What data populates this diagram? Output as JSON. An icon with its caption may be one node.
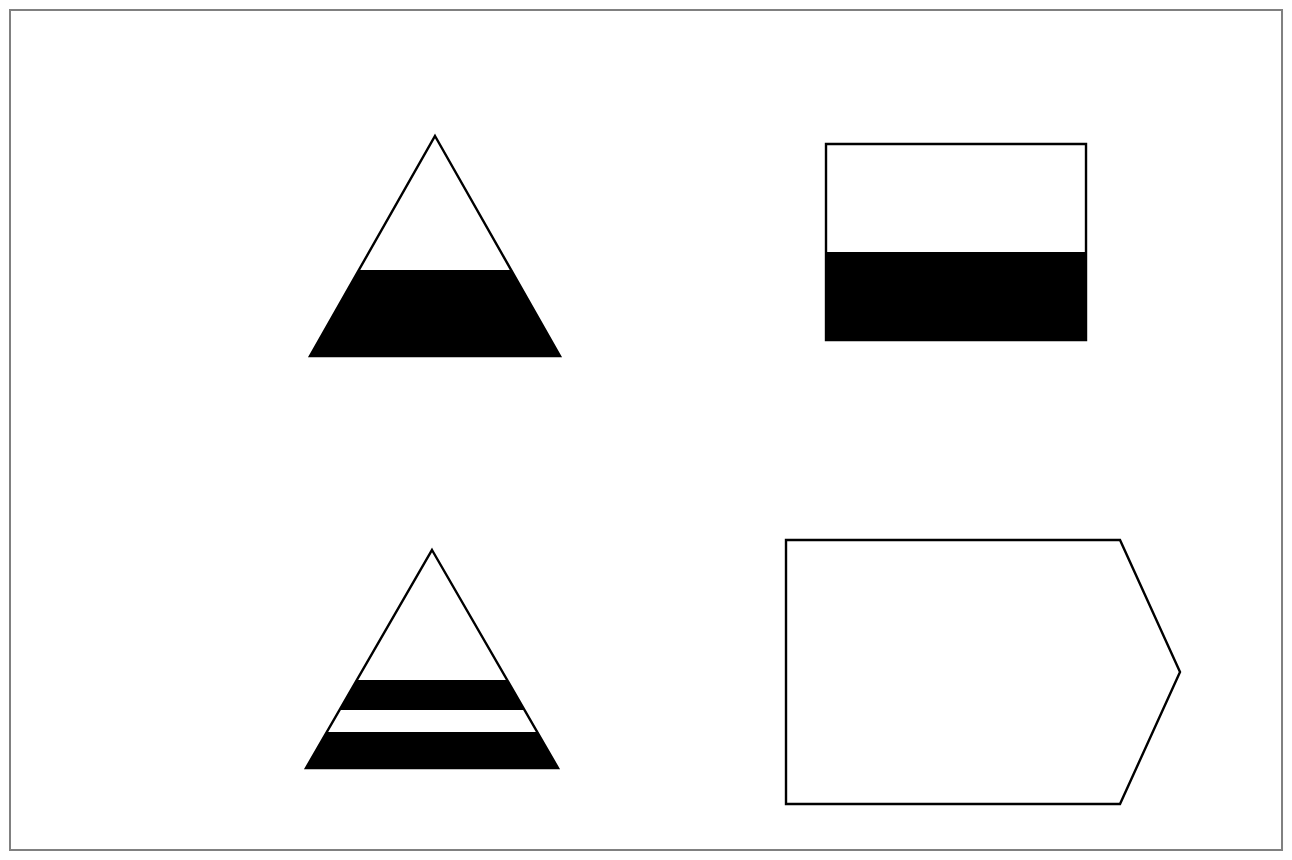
{
  "diagram": {
    "nodes": [
      {
        "text": [],
        "shape": "triangle"
      },
      {
        "text": [],
        "shape": "box"
      },
      {
        "text": [],
        "shape": "triangle"
      },
      {
        "text": [],
        "shape": "pentagon"
      }
    ]
  }
}
